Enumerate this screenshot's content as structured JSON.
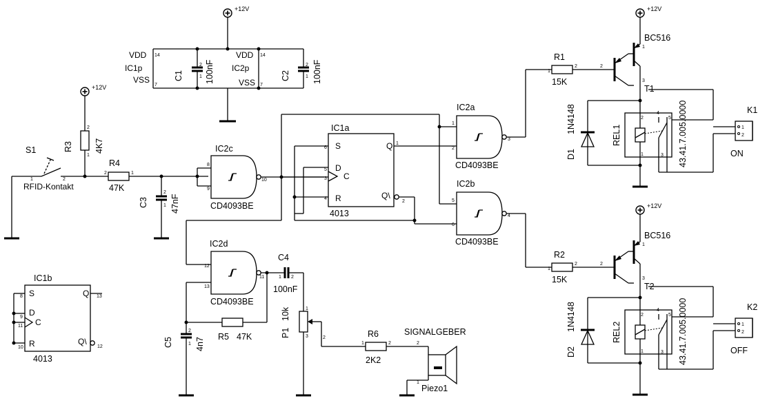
{
  "power": {
    "plus12v": "+12V"
  },
  "supply_block": {
    "ic1p": "IC1p",
    "ic2p": "IC2p",
    "vdd": "VDD",
    "vss": "VSS",
    "c1": "C1",
    "c2": "C2",
    "cap_val": "100nF",
    "pin14": "14",
    "pin7": "7"
  },
  "input": {
    "s1": "S1",
    "s1_label": "RFID-Kontakt",
    "r3": "R3",
    "r3_val": "4K7",
    "r4": "R4",
    "r4_val": "47K",
    "c3": "C3",
    "c3_val": "47nF"
  },
  "gates": {
    "ic2c": "IC2c",
    "ic2a": "IC2a",
    "ic2b": "IC2b",
    "ic2d": "IC2d",
    "part": "CD4093BE"
  },
  "flipflop": {
    "ic1a": "IC1a",
    "ic1b": "IC1b",
    "part": "4013",
    "s": "S",
    "d": "D",
    "c": "C",
    "r": "R",
    "q": "Q",
    "qn": "Q\\"
  },
  "tone": {
    "c4": "C4",
    "c4_val": "100nF",
    "c5": "C5",
    "c5_val": "4n7",
    "r5": "R5",
    "r5_val": "47K",
    "p1": "P1",
    "p1_val": "10k",
    "r6": "R6",
    "r6_val": "2K2",
    "signalgeber": "SIGNALGEBER",
    "piezo": "Piezo1"
  },
  "drivers": {
    "r1": "R1",
    "r2": "R2",
    "r_val": "15K",
    "transistor": "BC516",
    "t1": "T1",
    "t2": "T2",
    "d1": "D1",
    "d2": "D2",
    "diode": "1N4148",
    "rel1": "REL1",
    "rel2": "REL2",
    "relay_part": "43.41.7.005.0000",
    "k1": "K1",
    "k2": "K2",
    "on": "ON",
    "off": "OFF"
  },
  "pins": {
    "p1": "1",
    "p2": "2",
    "p3": "3",
    "p4": "4",
    "p5": "5",
    "p6": "6",
    "p8": "8",
    "p9": "9",
    "p10": "10",
    "p11": "11",
    "p12": "12",
    "p13": "13"
  }
}
